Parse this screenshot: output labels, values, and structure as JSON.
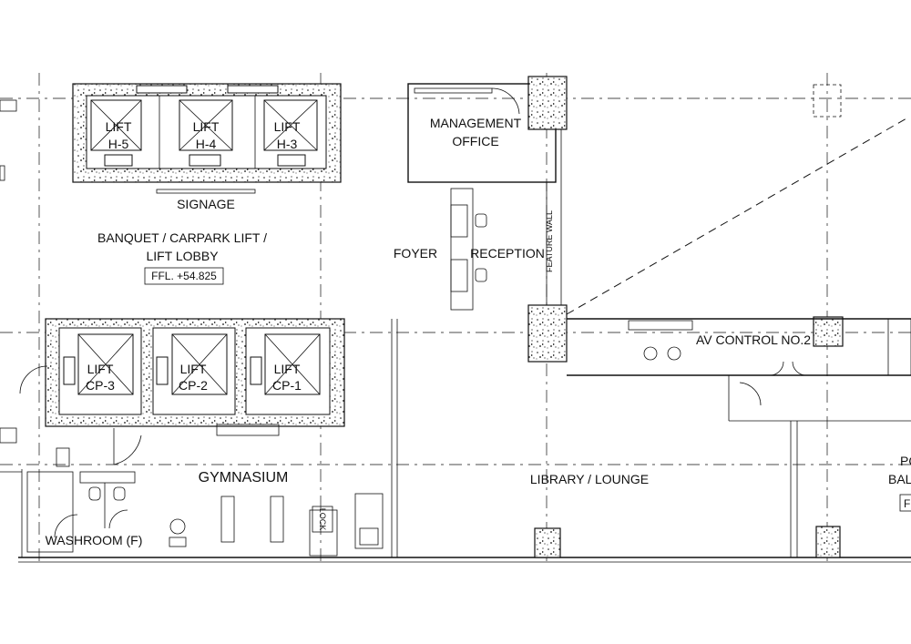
{
  "rooms": {
    "lift_h5": {
      "line1": "LIFT",
      "line2": "H-5"
    },
    "lift_h4": {
      "line1": "LIFT",
      "line2": "H-4"
    },
    "lift_h3": {
      "line1": "LIFT",
      "line2": "H-3"
    },
    "lift_cp3": {
      "line1": "LIFT",
      "line2": "CP-3"
    },
    "lift_cp2": {
      "line1": "LIFT",
      "line2": "CP-2"
    },
    "lift_cp1": {
      "line1": "LIFT",
      "line2": "CP-1"
    },
    "signage": "SIGNAGE",
    "lobby": {
      "line1": "BANQUET / CARPARK LIFT /",
      "line2": "LIFT LOBBY"
    },
    "ffl": "FFL. +54.825",
    "management": {
      "line1": "MANAGEMENT",
      "line2": "OFFICE"
    },
    "foyer": "FOYER",
    "reception": "RECEPTION",
    "feature_wall": "FEATURE WALL",
    "av_control": "AV CONTROL NO.2",
    "gymnasium": "GYMNASIUM",
    "library": "LIBRARY / LOUNGE",
    "washroom": "WASHROOM (F)",
    "ballroom": {
      "line1": "PO",
      "line2": "BAL",
      "tag": "F"
    },
    "locker": "LOCK"
  }
}
